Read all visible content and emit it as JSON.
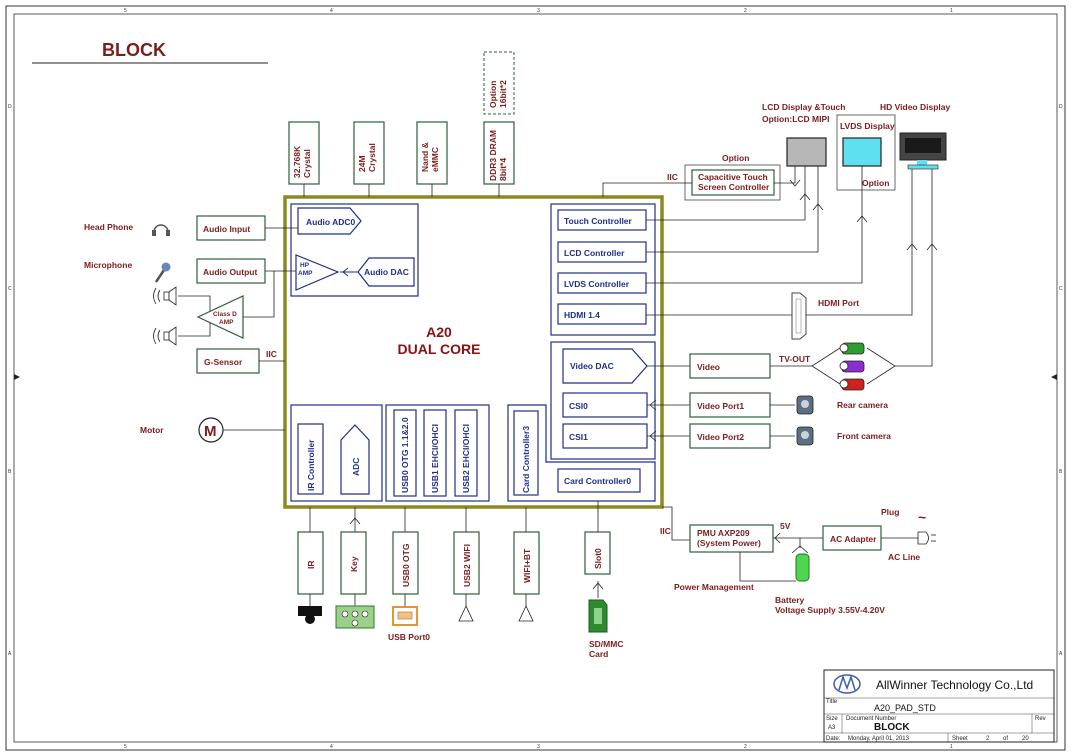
{
  "title": "BLOCK",
  "core": {
    "name": "A20",
    "subtitle": "DUAL CORE"
  },
  "audio": {
    "adc": "Audio ADC0",
    "hp_amp_line1": "HP",
    "hp_amp_line2": "AMP",
    "dac": "Audio DAC",
    "input": "Audio  Input",
    "output": "Audio Output",
    "class_d_line1": "Class D",
    "class_d_line2": "AMP"
  },
  "left_labels": {
    "headphone": "Head Phone",
    "microphone": "Microphone",
    "motor": "Motor",
    "motor_symbol": "M"
  },
  "gsensor": "G-Sensor",
  "iic": "IIC",
  "top_parts": {
    "crystal32_line1": "32.768K",
    "crystal32_line2": "Crystal",
    "crystal24_line1": "24M",
    "crystal24_line2": "Crystal",
    "nand_line1": "Nand &",
    "nand_line2": "eMMC",
    "ddr_line1": "DDR3 DRAM",
    "ddr_line2": "8bit*4",
    "option_line1": "Option",
    "option_line2": "16bit*2"
  },
  "controllers": {
    "touch": "Touch Controller",
    "lcd": "LCD Controller",
    "lvds": "LVDS Controller",
    "hdmi": "HDMI 1.4"
  },
  "video": {
    "dac": "Video DAC",
    "csi0": "CSI0",
    "csi1": "CSI1"
  },
  "bottom_blocks": {
    "ir_controller": "IR Controller",
    "adc": "ADC",
    "usb0": "USB0 OTG 1.1&2.0",
    "usb1": "USB1 EHCI/OHCI",
    "usb2": "USB2 EHCI/OHCI",
    "card3": "Card Controller3",
    "card0": "Card Controller0"
  },
  "bottom_parts": {
    "ir": "IR",
    "key": "Key",
    "usb0_otg": "USB0 OTG",
    "usb2_wifi": "USB2 WIFI",
    "wifi_bt": "WIFI+BT",
    "slot0": "Slot0",
    "usb_port0": "USB Port0",
    "sd_line1": "SD/MMC",
    "sd_line2": "Card"
  },
  "right": {
    "lcd_title_line1": "LCD Display &Touch",
    "lcd_title_line2": "Option:LCD MIPI",
    "hd_title": "HD Video Display",
    "lvds_display": "LVDS Display",
    "lvds_option": "Option",
    "touch_option": "Option",
    "cap_touch_line1": "Capacitive Touch",
    "cap_touch_line2": "Screen Controller",
    "hdmi_port": "HDMI Port",
    "video_box": "Video",
    "tv_out": "TV-OUT",
    "video_port1": "Video Port1",
    "video_port2": "Video Port2",
    "rear_camera": "Rear camera",
    "front_camera": "Front camera"
  },
  "power": {
    "pmu_line1": "PMU AXP209",
    "pmu_line2": "(System Power)",
    "five_v": "5V",
    "ac_adapter": "AC Adapter",
    "plug": "Plug",
    "ac_line": "AC Line",
    "tilde": "~",
    "power_management": "Power Management",
    "battery": "Battery",
    "voltage": "Voltage Supply 3.55V-4.20V"
  },
  "title_block": {
    "company": "AllWinner Technology Co.,Ltd",
    "title_label": "Title",
    "title_value": "A20_PAD_STD",
    "size_label": "Size",
    "size_value": "A3",
    "docnum_label": "Document Number",
    "docnum_value": "BLOCK",
    "rev_label": "Rev",
    "date_label": "Date:",
    "date_value": "Monday, April 01, 2013",
    "sheet_label": "Sheet",
    "sheet_num": "2",
    "of_label": "of",
    "sheet_total": "20"
  },
  "frame": {
    "cols": [
      "5",
      "4",
      "3",
      "2",
      "1"
    ],
    "rows": [
      "D",
      "C",
      "B",
      "A"
    ]
  }
}
